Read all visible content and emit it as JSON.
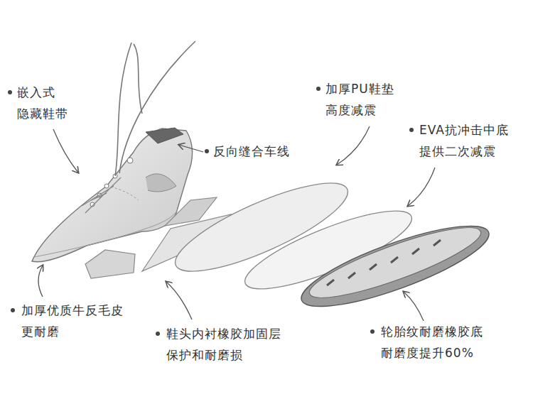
{
  "diagram": {
    "labels": [
      "嵌入式 隐藏鞋带",
      "加厚PU鞋垫 高度减震",
      "EVA抗冲击中底 提供二次减震",
      "反向缝合车线",
      "加厚优质牛反毛皮 更耐磨",
      "鞋头内衬橡胶加固层 保护和耐磨损",
      "轮胎纹耐磨橡胶底 耐磨度提升60%"
    ]
  }
}
